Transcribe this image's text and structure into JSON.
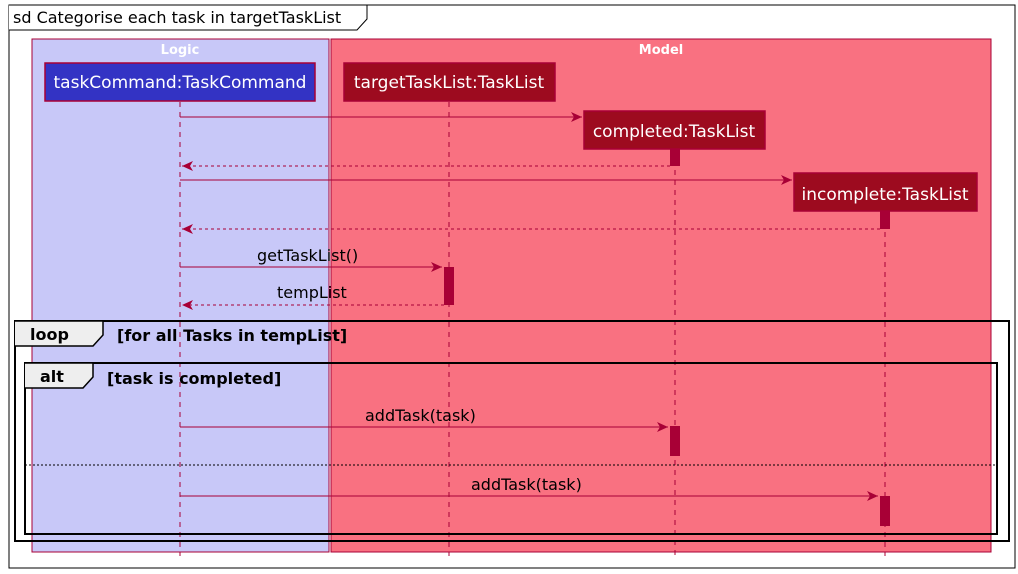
{
  "frame_title": "sd Categorise each task in targetTaskList",
  "boxes": {
    "logic": {
      "label": "Logic",
      "color": "#C8C8F8"
    },
    "model": {
      "label": "Model",
      "color": "#F97181"
    }
  },
  "participants": {
    "task_command": {
      "label": "taskCommand:TaskCommand",
      "color": "#3333C4"
    },
    "target_task_list": {
      "label": "targetTaskList:TaskList",
      "color": "#9D0B1F"
    },
    "completed": {
      "label": "completed:TaskList",
      "color": "#9D0B1F"
    },
    "incomplete": {
      "label": "incomplete:TaskList",
      "color": "#9D0B1F"
    }
  },
  "messages": {
    "get_task_list": "getTaskList()",
    "temp_list": "tempList",
    "add_task_completed": "addTask(task)",
    "add_task_incomplete": "addTask(task)"
  },
  "fragments": {
    "loop": {
      "keyword": "loop",
      "guard": "[for all Tasks in tempList]"
    },
    "alt": {
      "keyword": "alt",
      "guard": "[task is completed]"
    }
  },
  "colors": {
    "arrow": "#A80036",
    "activation": "#A80036"
  }
}
